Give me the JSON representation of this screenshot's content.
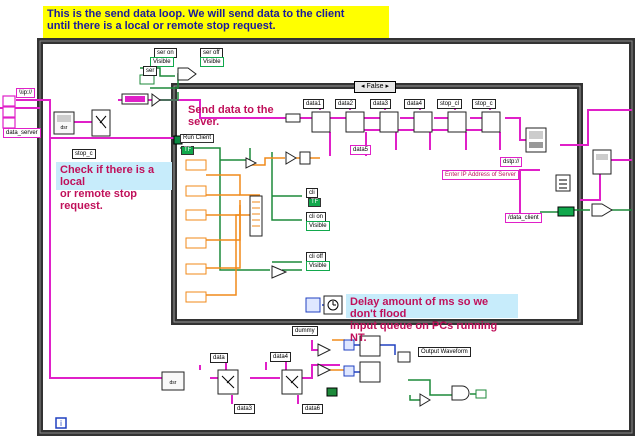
{
  "notes": {
    "top_comment_line1": "This is the send data loop.  We will send data to the client",
    "top_comment_line2": "until there is a local or remote stop request.",
    "send_data_comment": "Send data to the sever.",
    "stop_check_line1": "Check if there is a local",
    "stop_check_line2": "or remote stop request.",
    "delay_line1": "Delay amount of ms so we don't flood",
    "delay_line2": "input queue on PCs running NT."
  },
  "case_structure": {
    "selector_value": "False"
  },
  "labels": {
    "ser_on": "ser on",
    "ser_off": "ser off",
    "visible": "Visible",
    "ser": "ser",
    "ip_prefix": "\\\\ip://",
    "data_server": "data_server",
    "stop_c_left": "stop_c",
    "data1": "data1",
    "data2": "data2",
    "data3": "data3",
    "data4": "data4",
    "stop_cl": "stop_cl",
    "stop_c": "stop_c",
    "run_client": "Run Client",
    "data5": "data5",
    "dstp": "dstp://",
    "enter_ip": "Enter IP Address of Server",
    "data_client": "/data_client",
    "cli": "cli",
    "cli_on": "cli on",
    "cli_off": "cli off",
    "dummy": "dummy",
    "output_waveform": "Output Waveform",
    "data_bottom": "data",
    "data4_bottom": "data4",
    "data3_bottom": "data3",
    "data6_bottom": "data6",
    "tf": "TF"
  },
  "colors": {
    "wire_pink": "#e020c8",
    "wire_green": "#1d8a3a",
    "wire_orange": "#f08a1a",
    "wire_blue": "#2040c0",
    "frame_dark": "#333333",
    "indicator_green": "#11a84c",
    "control_pink": "#ff66e0"
  },
  "icons": [
    "bundle-icon",
    "unbundle-icon",
    "case-selector-icon",
    "wait-ms-icon",
    "iteration-terminal-icon",
    "and-gate-icon",
    "or-gate-icon",
    "not-gate-icon"
  ]
}
